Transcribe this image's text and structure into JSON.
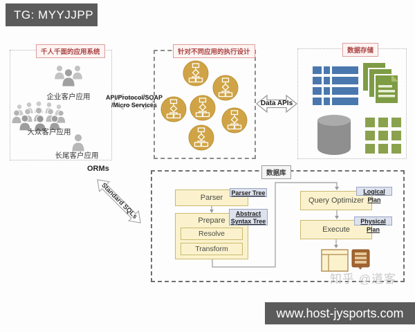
{
  "overlays": {
    "top_badge": "TG: MYYJJPP",
    "bottom_badge": "www.host-jysports.com",
    "watermark": "知乎 @道客"
  },
  "colors": {
    "badge_bg": "#5b5b5b",
    "title_accent": "#a94442",
    "gold_circle": "#d0a446",
    "tan_box": "#fbf2cd",
    "blue_label": "#dde2ee",
    "table_icon_blue": "#4a78ae",
    "doc_icon_green": "#7e9c44",
    "cylinder_gray": "#8f8f8f"
  },
  "app_system": {
    "title": "千人千面的应用系统",
    "enterprise_label": "企业客户应用",
    "mass_label": "大众客户应用",
    "longtail_label": "长尾客户应用",
    "orms_label": "ORMs"
  },
  "connectors": {
    "api_line1": "API/Protocol/SOAP",
    "api_line2": "/Micro Services",
    "data_apis": "Data APIs",
    "standard_sqls": "Standard SQLs"
  },
  "execution_design": {
    "title": "针对不同应用的执行设计"
  },
  "data_storage": {
    "title": "数据存储"
  },
  "database": {
    "title": "数据库",
    "parser": "Parser",
    "parser_tree": "Parser Tree",
    "prepare": "Prepare",
    "resolve": "Resolve",
    "transform": "Transform",
    "ast_line1": "Abstract",
    "ast_line2": "Syntax Tree",
    "query_optimizer": "Query Optimizer",
    "logical_plan": "Logical Plan",
    "execute": "Execute",
    "physical_plan": "Physical Plan"
  }
}
